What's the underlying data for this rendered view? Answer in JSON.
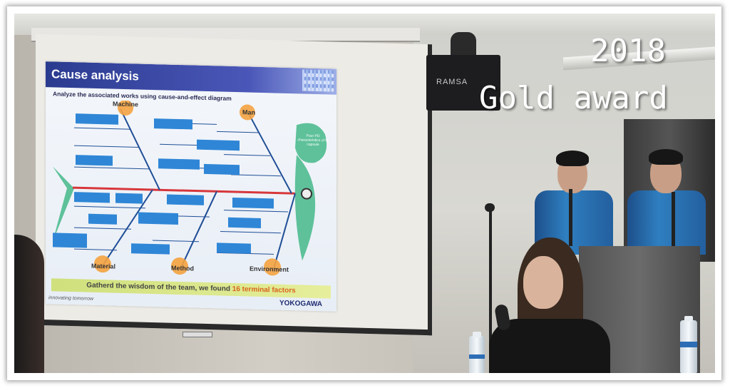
{
  "overlay": {
    "year": "2018",
    "award": "Gold award"
  },
  "slide": {
    "title": "Cause analysis",
    "subtitle": "Analyze the associated works using cause-and-effect diagram",
    "categories": {
      "machine": "Machine",
      "man": "Man",
      "material": "Material",
      "method": "Method",
      "environment": "Environment"
    },
    "effect_box": "Poor PD characteristics of M capsule",
    "footer_prefix": "Gatherd the wisdom of the team, we found ",
    "footer_highlight": "16 terminal factors",
    "tagline": "innovating tomorrow",
    "brand": "YOKOGAWA"
  },
  "equipment": {
    "speaker_brand": "RAMSA"
  },
  "colors": {
    "slide_header": "#2a3b8f",
    "cause_box": "#2f86d6",
    "fish_body": "#5ec19a",
    "spine": "#d7363b",
    "category_circle": "#f4a340",
    "footer_band": "#cfe07c",
    "highlight": "#d8641b"
  }
}
